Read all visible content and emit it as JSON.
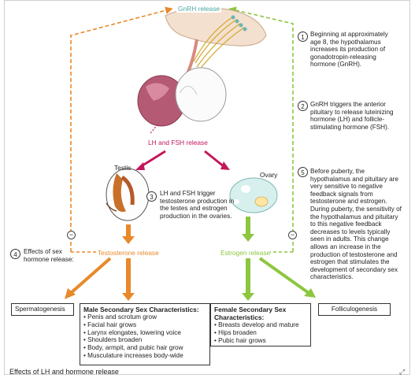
{
  "labels": {
    "gnrh": "GnRH release",
    "lh_fsh": "LH and FSH release",
    "testis": "Testis",
    "ovary": "Ovary",
    "testosterone": "Testosterone release",
    "estrogen": "Estrogen release"
  },
  "steps": {
    "s1": {
      "num": "1",
      "text": "Beginning at approximately age 8, the hypothalamus increases its production of gonadotropin-releasing hormone (GnRH)."
    },
    "s2": {
      "num": "2",
      "text": "GnRH triggers the anterior pituitary to release luteinizing hormone (LH) and follicle-stimulating hormone (FSH)."
    },
    "s3": {
      "num": "3",
      "text": "LH and FSH trigger testosterone production in the testes and estrogen production in the ovaries."
    },
    "s4": {
      "num": "4",
      "text": "Effects of sex hormone release:"
    },
    "s5": {
      "num": "5",
      "text": "Before puberty, the hypothalamus and pituitary are very sensitive to negative feedback signals from testosterone and estrogen. During puberty, the sensitivity of the hypothalamus and pituitary to this negative feedback decreases to levels typically seen in adults. This change allows an increase in the production of testosterone and estrogen that stimulates the development of secondary sex characteristics."
    }
  },
  "feedback_symbol": "−",
  "outcomes": {
    "spermatogenesis": "Spermatogenesis",
    "male": {
      "title": "Male Secondary Sex Characteristics:",
      "items": [
        "Penis and scrotum grow",
        "Facial hair grows",
        "Larynx elongates, lowering voice",
        "Shoulders broaden",
        "Body, armpit, and pubic hair grow",
        "Musculature increases body-wide"
      ]
    },
    "female": {
      "title": "Female Secondary Sex Characteristics:",
      "items": [
        "Breasts develop and mature",
        "Hips broaden",
        "Pubic hair grows"
      ]
    },
    "folliculogenesis": "Folliculogenesis"
  },
  "caption": "Effects of LH and hormone release",
  "colors": {
    "gnrh": "#4aa7a0",
    "lh_fsh": "#c2185b",
    "testosterone": "#e8892a",
    "estrogen": "#8dc63f",
    "feedback_left": "#e8892a",
    "feedback_right": "#8dc63f"
  },
  "icons": {
    "expand": "expand-icon"
  }
}
